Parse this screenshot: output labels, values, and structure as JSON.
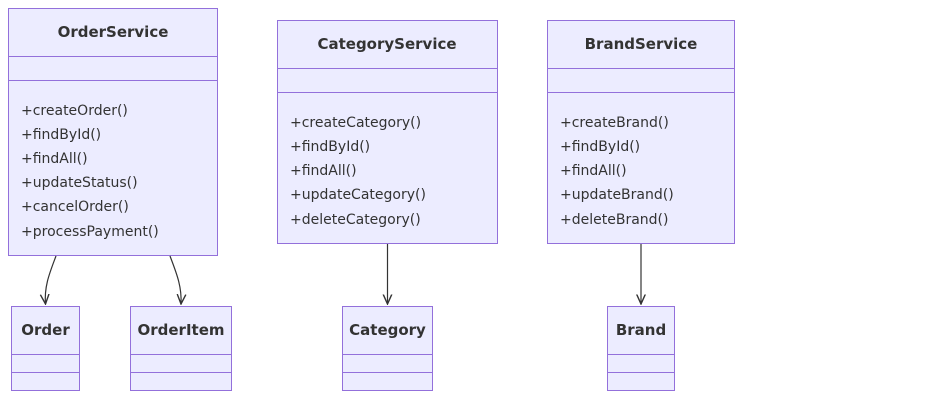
{
  "classes": {
    "order_service": {
      "name": "OrderService",
      "methods": [
        "+createOrder()",
        "+findById()",
        "+findAll()",
        "+updateStatus()",
        "+cancelOrder()",
        "+processPayment()"
      ]
    },
    "category_service": {
      "name": "CategoryService",
      "methods": [
        "+createCategory()",
        "+findById()",
        "+findAll()",
        "+updateCategory()",
        "+deleteCategory()"
      ]
    },
    "brand_service": {
      "name": "BrandService",
      "methods": [
        "+createBrand()",
        "+findById()",
        "+findAll()",
        "+updateBrand()",
        "+deleteBrand()"
      ]
    },
    "order": {
      "name": "Order"
    },
    "order_item": {
      "name": "OrderItem"
    },
    "category": {
      "name": "Category"
    },
    "brand": {
      "name": "Brand"
    }
  },
  "relations": [
    {
      "from": "OrderService",
      "to": "Order"
    },
    {
      "from": "OrderService",
      "to": "OrderItem"
    },
    {
      "from": "CategoryService",
      "to": "Category"
    },
    {
      "from": "BrandService",
      "to": "Brand"
    }
  ],
  "colors": {
    "box_fill": "#ECECFF",
    "box_stroke": "#9370DB",
    "text": "#333333",
    "edge": "#333333"
  }
}
